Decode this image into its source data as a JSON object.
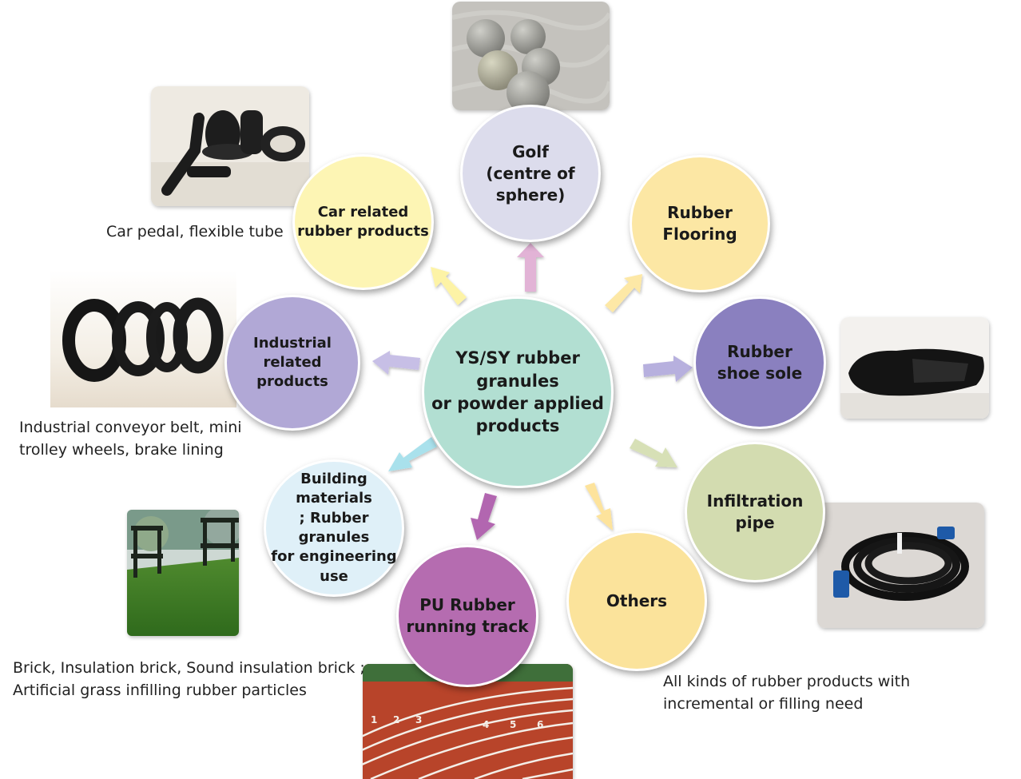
{
  "center": {
    "label": "YS/SY rubber granules\nor powder applied\nproducts",
    "color": "#b2dfd2"
  },
  "categories": [
    {
      "key": "golf",
      "label": "Golf\n(centre of sphere)",
      "color": "#dcdcec"
    },
    {
      "key": "flooring",
      "label": "Rubber\nFlooring",
      "color": "#fce7a4"
    },
    {
      "key": "shoe",
      "label": "Rubber\nshoe sole",
      "color": "#8a80bf"
    },
    {
      "key": "pipe",
      "label": "Infiltration\npipe",
      "color": "#d3dcb0"
    },
    {
      "key": "others",
      "label": "Others",
      "color": "#fbe39b"
    },
    {
      "key": "track",
      "label": "PU Rubber\nrunning track",
      "color": "#b56cb0"
    },
    {
      "key": "building",
      "label": "Building materials\n; Rubber granules\nfor engineering\nuse",
      "color": "#dff0f8"
    },
    {
      "key": "industrial",
      "label": "Industrial\nrelated products",
      "color": "#b1a8d6"
    },
    {
      "key": "car",
      "label": "Car related\nrubber products",
      "color": "#fdf5b4"
    }
  ],
  "captions": {
    "car": "Car pedal, flexible tube",
    "industrial": "Industrial conveyor belt, mini\ntrolley wheels, brake lining",
    "building": "Brick, Insulation brick, Sound insulation brick ;\nArtificial grass infilling rubber particles",
    "others": "All kinds of rubber products with\nincremental or filling need"
  },
  "track_lane_numbers": [
    "1",
    "2",
    "3",
    "4",
    "5",
    "6"
  ],
  "photos": [
    "golf-balls-photo",
    "car-parts-photo",
    "wheels-photo",
    "shoe-sole-photo",
    "hose-photo",
    "grass-bench-photo",
    "running-track-photo"
  ]
}
